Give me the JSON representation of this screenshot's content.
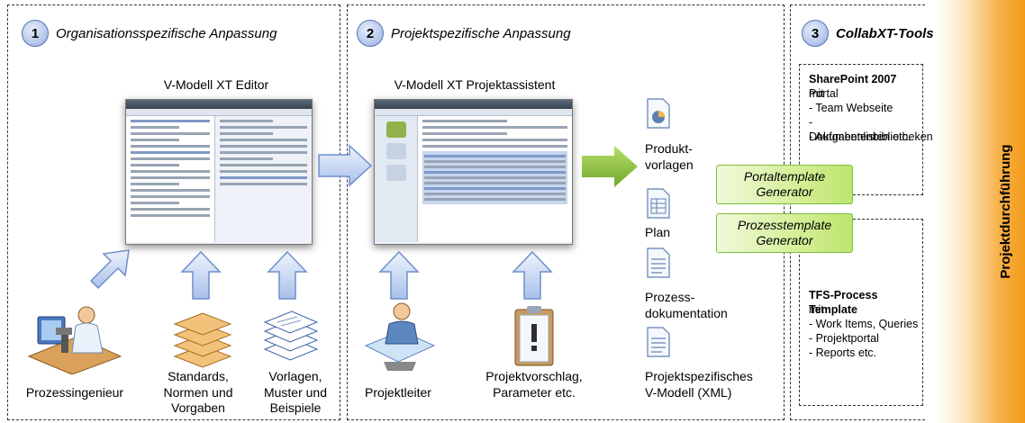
{
  "phases": [
    {
      "num": "1",
      "title": "Organisationsspezifische Anpassung"
    },
    {
      "num": "2",
      "title": "Projektspezifische Anpassung"
    },
    {
      "num": "3",
      "title": "CollabXT-Tools"
    }
  ],
  "editor": {
    "title": "V-Modell XT Editor",
    "inputs": [
      "Prozessingenieur",
      "Standards,\nNormen und\nVorgaben",
      "Vorlagen,\nMuster und\nBeispiele"
    ]
  },
  "assistant": {
    "title": "V-Modell XT Projektassistent",
    "inputs": [
      "Projektleiter",
      "Projektvorschlag,\nParameter etc."
    ]
  },
  "outputs": [
    {
      "icon": "pie-document-icon",
      "label": "Produkt-\nvorlagen"
    },
    {
      "icon": "table-document-icon",
      "label": "Plan"
    },
    {
      "icon": "text-document-icon",
      "label": "Prozess-\ndokumentation"
    },
    {
      "icon": "xml-document-icon",
      "label": "Projektspezifisches\nV-Modell (XML)"
    }
  ],
  "generators": [
    {
      "label": "Portaltemplate\nGenerator"
    },
    {
      "label": "Prozesstemplate\nGenerator"
    }
  ],
  "sharepoint": {
    "bold": "SharePoint 2007",
    "rest": " Portal",
    "lines": [
      "mit",
      "- Team Webseite",
      "- Dokumentenbibliotheken",
      "- Aufgabenlisten etc."
    ]
  },
  "tfs": {
    "bold": "TFS-Process Template",
    "lines": [
      "mit",
      "- Work Items, Queries",
      "- Projektportal",
      "- Reports etc."
    ]
  },
  "side_label": "Projektdurchführung"
}
